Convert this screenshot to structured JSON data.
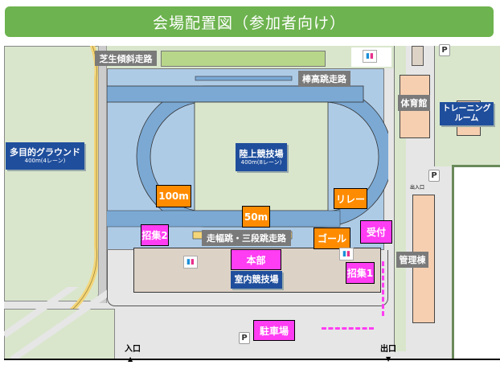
{
  "title": "会場配置図（参加者向け）",
  "labels": {
    "slope_track": "芝生傾斜走路",
    "pole_vault": "棒高跳走路",
    "stadium": "陸上競技場",
    "stadium_sub": "400m(8レーン)",
    "ground": "多目的グラウンド",
    "ground_sub": "400m(4レーン)",
    "jump_track": "走幅跳・三段跳走路",
    "indoor": "室内競技場",
    "gym": "体育館",
    "training": "トレーニング\nルーム",
    "admin": "管理棟",
    "entrance_small": "出入口"
  },
  "markers": {
    "m100": "100m",
    "m50": "50m",
    "relay": "リレー",
    "goal": "ゴール"
  },
  "spots": {
    "call2": "招集2",
    "call1": "招集1",
    "reception": "受付",
    "hq": "本部",
    "parking": "駐車場"
  },
  "icons": {
    "parking": "P",
    "restroom": "restroom-icon"
  },
  "gates": {
    "entrance": "入口",
    "exit": "出口",
    "up": "▲",
    "down": "▼"
  },
  "colors": {
    "header": "#6db34f",
    "orange": "#ff8c00",
    "magenta": "#ff3df2",
    "blue_label": "#1f4e9c"
  }
}
